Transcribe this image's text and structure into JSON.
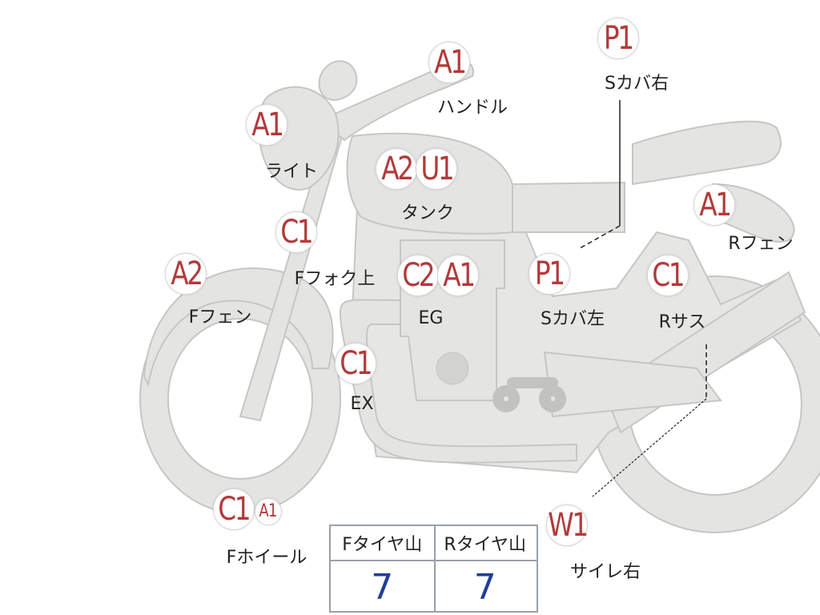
{
  "parts": [
    {
      "id": "light",
      "code": "A1",
      "label": "ライト"
    },
    {
      "id": "handle",
      "code": "A1",
      "label": "ハンドル"
    },
    {
      "id": "tank",
      "codes": [
        "A2",
        "U1"
      ],
      "label": "タンク"
    },
    {
      "id": "ffork",
      "code": "C1",
      "label": "Fフォク上"
    },
    {
      "id": "ffender",
      "code": "A2",
      "label": "Fフェン"
    },
    {
      "id": "engine",
      "codes": [
        "C2",
        "A1"
      ],
      "label": "EG"
    },
    {
      "id": "exhaust",
      "code": "C1",
      "label": "EX"
    },
    {
      "id": "fwheel",
      "codes": [
        "C1",
        "A1"
      ],
      "label": "Fホイール"
    },
    {
      "id": "scover-right",
      "code": "P1",
      "label": "Sカバ右"
    },
    {
      "id": "scover-left",
      "code": "P1",
      "label": "Sカバ左"
    },
    {
      "id": "rfender",
      "code": "A1",
      "label": "Rフェン"
    },
    {
      "id": "rsus",
      "code": "C1",
      "label": "Rサス"
    },
    {
      "id": "muffler-right",
      "code": "W1",
      "label": "サイレ右"
    }
  ],
  "tire_table": {
    "front_label": "Fタイヤ山",
    "rear_label": "Rタイヤ山",
    "front_value": "7",
    "rear_value": "7"
  }
}
